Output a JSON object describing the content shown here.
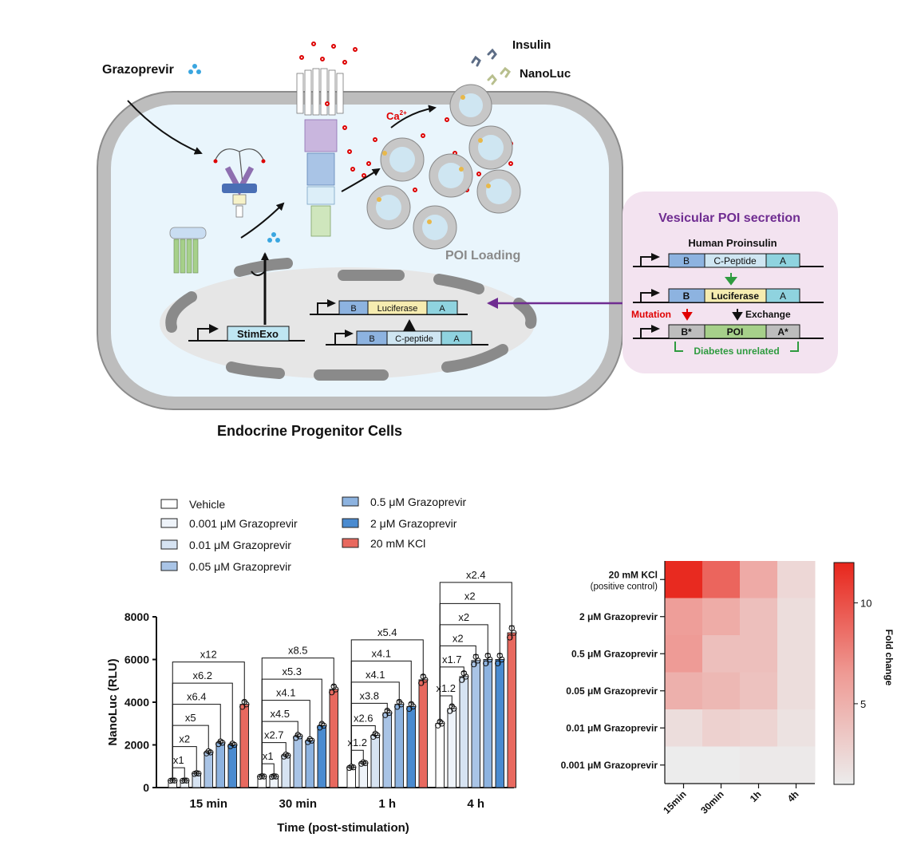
{
  "schematic": {
    "cell_title": "Endocrine Progenitor Cells",
    "drug_label": "Grazoprevir",
    "insulin_label": "Insulin",
    "nanoluc_label": "NanoLuc",
    "ca_label": "Ca",
    "ca_superscript": "2+",
    "poi_loading_label": "POI Loading",
    "stimexo_label": "StimExo",
    "gene_luciferase": {
      "b": "B",
      "mid": "Luciferase",
      "a": "A"
    },
    "gene_cpeptide": {
      "b": "B",
      "mid": "C-peptide",
      "a": "A"
    },
    "panel": {
      "title": "Vesicular POI secretion",
      "subtitle": "Human Proinsulin",
      "row1": {
        "b": "B",
        "mid": "C-Peptide",
        "a": "A"
      },
      "row2": {
        "b": "B",
        "mid": "Luciferase",
        "a": "A"
      },
      "row3": {
        "b": "B*",
        "mid": "POI",
        "a": "A*"
      },
      "mutation_label": "Mutation",
      "exchange_label": "Exchange",
      "diabetes_label": "Diabetes unrelated"
    }
  },
  "colors": {
    "vehicle": "#ffffff",
    "g0001": "#eef3f9",
    "g001": "#d6e3f2",
    "g005": "#a9c4e6",
    "g05": "#8db3e0",
    "g2": "#4a8bd0",
    "kcl": "#e8695f",
    "purple": "#6f2c91",
    "green": "#2e9b3f",
    "red": "#e00000",
    "panel_bg": "#f3e3f0",
    "cell_fill": "#e9f5fc",
    "cell_border": "#9a9a9a"
  },
  "chart_data": [
    {
      "type": "bar",
      "xlabel": "Time (post-stimulation)",
      "ylabel": "NanoLuc (RLU)",
      "ylim": [
        0,
        8000
      ],
      "yticks": [
        "0",
        "2000",
        "4000",
        "6000",
        "8000"
      ],
      "categories": [
        "15 min",
        "30 min",
        "1 h",
        "4 h"
      ],
      "legend": [
        "Vehicle",
        "0.001 μM Grazoprevir",
        "0.01 μM Grazoprevir",
        "0.05 μM Grazoprevir",
        "0.5 μM Grazoprevir",
        "2 μM Grazoprevir",
        "20 mM KCl"
      ],
      "series": [
        {
          "name": "Vehicle",
          "values": [
            330,
            520,
            950,
            3000
          ]
        },
        {
          "name": "0.001 μM Grazoprevir",
          "values": [
            330,
            520,
            1150,
            3700
          ]
        },
        {
          "name": "0.01 μM Grazoprevir",
          "values": [
            660,
            1500,
            2450,
            5200
          ]
        },
        {
          "name": "0.05 μM Grazoprevir",
          "values": [
            1650,
            2400,
            3500,
            5950
          ]
        },
        {
          "name": "0.5 μM Grazoprevir",
          "values": [
            2100,
            2200,
            3900,
            6000
          ]
        },
        {
          "name": "2 μM Grazoprevir",
          "values": [
            2000,
            2900,
            3800,
            6000
          ]
        },
        {
          "name": "20 mM KCl",
          "values": [
            3900,
            4600,
            5050,
            7250
          ]
        }
      ],
      "fold_labels": [
        [
          "x1",
          "x2",
          "x5",
          "x6.4",
          "x6.2",
          "x12"
        ],
        [
          "x1",
          "x2.7",
          "x4.5",
          "x4.1",
          "x5.3",
          "x8.5"
        ],
        [
          "x1.2",
          "x2.6",
          "x3.8",
          "x4.1",
          "x4.1",
          "x5.4"
        ],
        [
          "x1.2",
          "x1.7",
          "x2",
          "x2",
          "x2",
          "x2.4"
        ]
      ]
    },
    {
      "type": "heatmap",
      "rows": [
        "20 mM KCl",
        "2 μM Grazoprevir",
        "0.5 μM Grazoprevir",
        "0.05 μM Grazoprevir",
        "0.01 μM Grazoprevir",
        "0.001 μM Grazoprevir"
      ],
      "row_sublabel": "(positive control)",
      "columns": [
        "15min",
        "30min",
        "1h",
        "4h"
      ],
      "values": [
        [
          11.8,
          9.0,
          5.4,
          2.4
        ],
        [
          6.2,
          5.3,
          4.0,
          2.0
        ],
        [
          6.4,
          4.0,
          4.0,
          2.0
        ],
        [
          5.0,
          4.5,
          3.8,
          2.0
        ],
        [
          2.0,
          2.8,
          2.6,
          1.7
        ],
        [
          1.0,
          1.0,
          1.2,
          1.2
        ]
      ],
      "colorbar_label": "Fold change",
      "colorbar_ticks": [
        "5",
        "10"
      ],
      "colorbar_range": [
        1,
        12
      ]
    }
  ]
}
